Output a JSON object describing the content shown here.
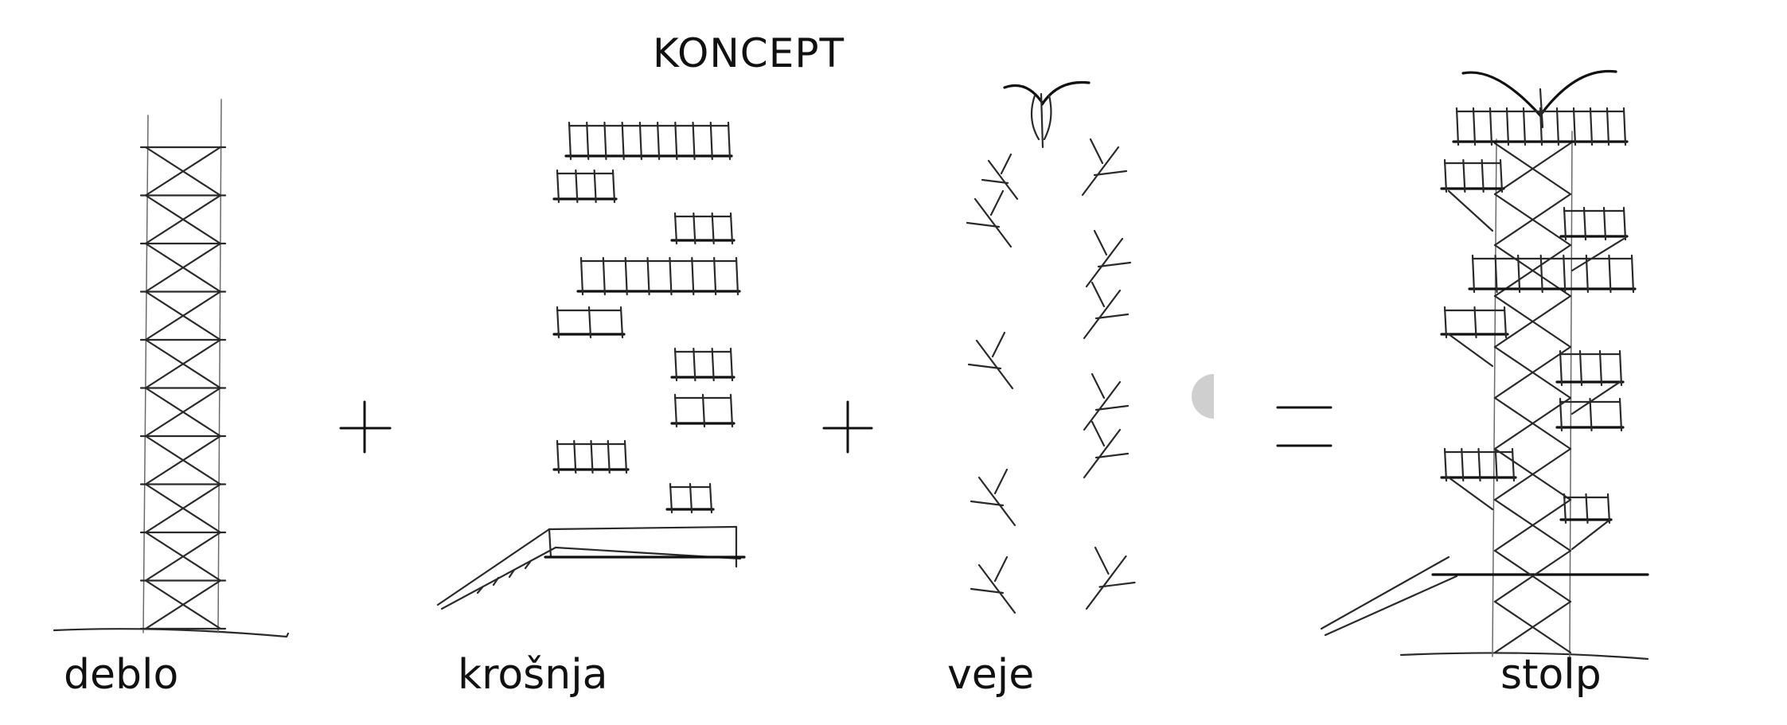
{
  "title": "KONCEPT",
  "labels": {
    "trunk": "deblo",
    "crown": "krošnja",
    "branches": "veje",
    "tower": "stolp"
  },
  "operators": {
    "plus": "+",
    "equals": "="
  },
  "colors": {
    "ink": "#2a2a2a",
    "background": "#ffffff",
    "marker_gray": "#cfcfcf"
  }
}
